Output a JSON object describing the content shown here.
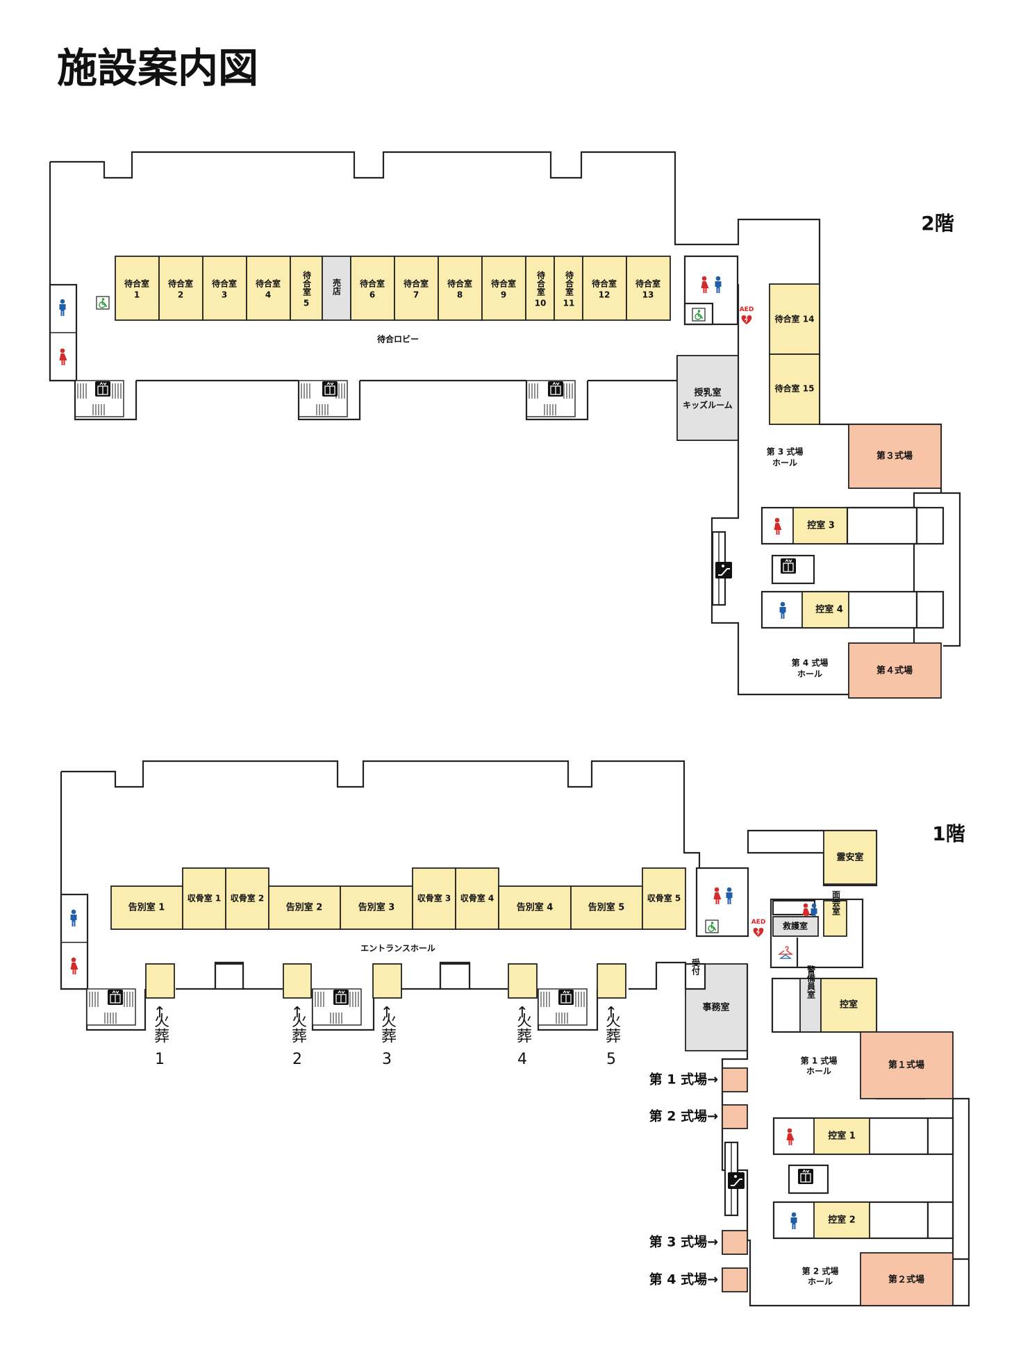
{
  "title": "施設案内図",
  "colors": {
    "waiting_room": "#fbedb0",
    "service_room": "#e2e2e2",
    "ceremony_hall": "#f7c4a8",
    "male_icon": "#1f5fa8",
    "female_icon": "#d42a2a",
    "accessible_icon": "#2e9a3a",
    "aed_icon": "#d42a2a"
  },
  "floor2": {
    "label": "2階",
    "waiting_rooms": [
      {
        "name": "待合室",
        "num": "1"
      },
      {
        "name": "待合室",
        "num": "2"
      },
      {
        "name": "待合室",
        "num": "3"
      },
      {
        "name": "待合室",
        "num": "4"
      },
      {
        "name": "待合室",
        "num": "5"
      },
      {
        "name": "待合室",
        "num": "6"
      },
      {
        "name": "待合室",
        "num": "7"
      },
      {
        "name": "待合室",
        "num": "8"
      },
      {
        "name": "待合室",
        "num": "9"
      },
      {
        "name": "待合室",
        "num": "10"
      },
      {
        "name": "待合室",
        "num": "11"
      },
      {
        "name": "待合室",
        "num": "12"
      },
      {
        "name": "待合室",
        "num": "13"
      }
    ],
    "shop": "売店",
    "lobby": "待合ロビー",
    "nursing_room": "授乳室",
    "kids_room": "キッズルーム",
    "waiting_14": "待合室 14",
    "waiting_15": "待合室 15",
    "hall3_name": "第 3 式場",
    "hall3_foyer": "ホール",
    "hall3": "第３式場",
    "anteroom3": "控室 3",
    "anteroom4": "控室 4",
    "hall4_name": "第 4 式場",
    "hall4_foyer": "ホール",
    "hall4": "第４式場",
    "aed": "AED"
  },
  "floor1": {
    "label": "1階",
    "rooms": {
      "farewell1": "告別室 1",
      "bone1": "収骨室 1",
      "bone2": "収骨室 2",
      "farewell2": "告別室 2",
      "farewell3": "告別室 3",
      "bone3": "収骨室 3",
      "bone4": "収骨室 4",
      "farewell4": "告別室 4",
      "farewell5": "告別室 5",
      "bone5": "収骨室 5"
    },
    "entrance_hall": "エントランスホール",
    "mortuary": "霊安室",
    "first_aid": "救護室",
    "meeting_room": "面会室",
    "reception": "受付",
    "office": "事務室",
    "guard_room": "警備員室",
    "anteroom": "控室",
    "hall1_name": "第 1 式場",
    "hall1_foyer": "ホール",
    "hall1": "第１式場",
    "anteroom1": "控室 1",
    "anteroom2": "控室 2",
    "hall2_name": "第 2 式場",
    "hall2_foyer": "ホール",
    "hall2": "第２式場",
    "cremation_arrow": "↑",
    "cremation_label": "火葬",
    "cremation_numbers": [
      "1",
      "2",
      "3",
      "4",
      "5"
    ],
    "hall_refs": [
      "第 1 式場→",
      "第 2 式場→",
      "第 3 式場→",
      "第 4 式場→"
    ],
    "aed": "AED"
  }
}
